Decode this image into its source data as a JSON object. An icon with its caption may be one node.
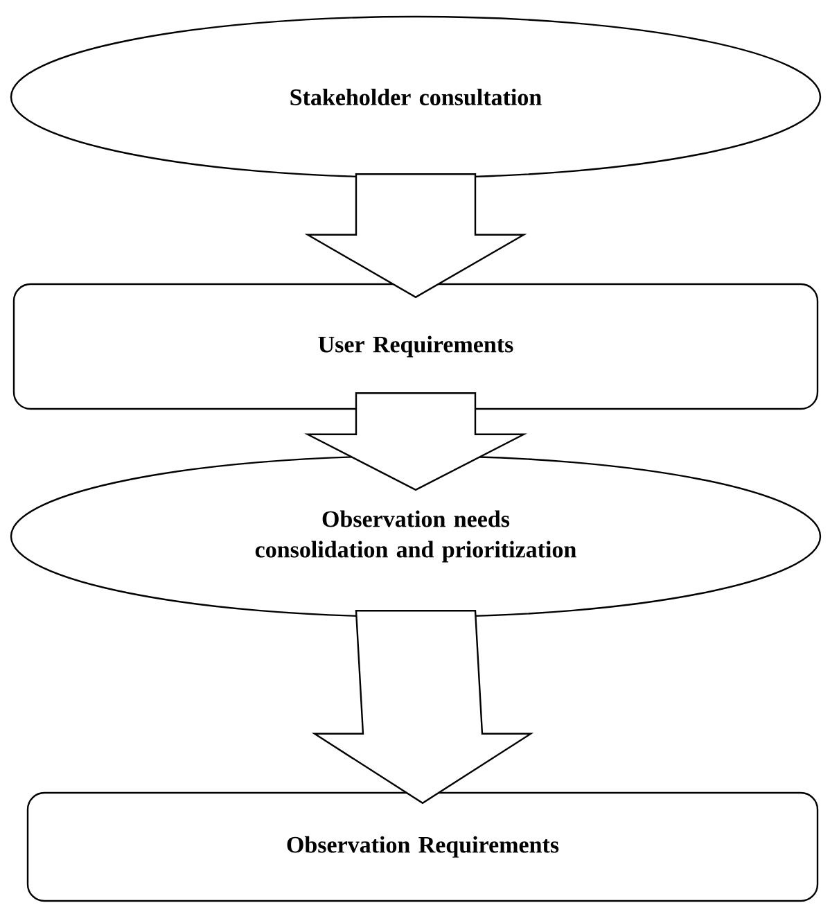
{
  "diagram": {
    "nodes": [
      {
        "text": [
          "Stakeholder consultation"
        ]
      },
      {
        "text": [
          "User Requirements"
        ]
      },
      {
        "text": [
          "Observation needs consolidation and prioritization"
        ]
      },
      {
        "text": [
          "Observation Requirements"
        ]
      }
    ],
    "edges": [
      {
        "from": 0,
        "to": 1,
        "arrow": "to"
      },
      {
        "from": 1,
        "to": 2,
        "arrow": "to"
      },
      {
        "from": 2,
        "to": 3,
        "arrow": "to"
      }
    ]
  }
}
